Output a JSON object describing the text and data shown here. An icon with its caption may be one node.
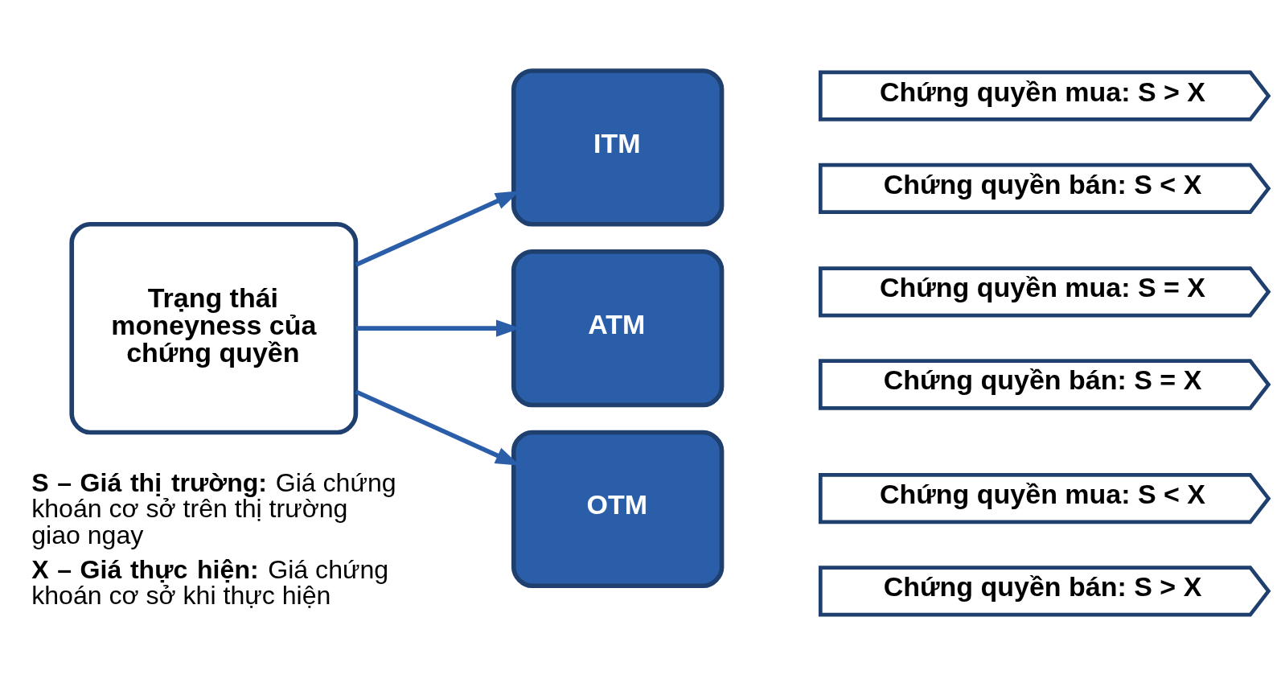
{
  "diagram": {
    "nodes": [
      {
        "text": [
          "Trạng thái moneyness của chứng quyền"
        ]
      },
      {
        "text": [
          "ITM"
        ]
      },
      {
        "text": [
          "ATM"
        ]
      },
      {
        "text": [
          "OTM"
        ]
      },
      {
        "text": [
          "Chứng quyền mua: S > X"
        ]
      },
      {
        "text": [
          "Chứng quyền bán: S < X"
        ]
      },
      {
        "text": [
          "Chứng quyền mua: S = X"
        ]
      },
      {
        "text": [
          "Chứng quyền bán: S = X"
        ]
      },
      {
        "text": [
          "Chứng quyền mua: S < X"
        ]
      },
      {
        "text": [
          "Chứng quyền bán: S > X"
        ]
      }
    ],
    "edges": [
      {
        "from": 0,
        "to": 1,
        "arrow": "to"
      },
      {
        "from": 0,
        "to": 2,
        "arrow": "to"
      },
      {
        "from": 0,
        "to": 3,
        "arrow": "to"
      }
    ],
    "labels": [
      "**S – Giá thị trường:** Giá chứng khoán cơ sở trên thị trường giao ngay",
      "**X – Giá thực hiện:** Giá chứng khoán cơ sở khi thực hiện"
    ]
  }
}
